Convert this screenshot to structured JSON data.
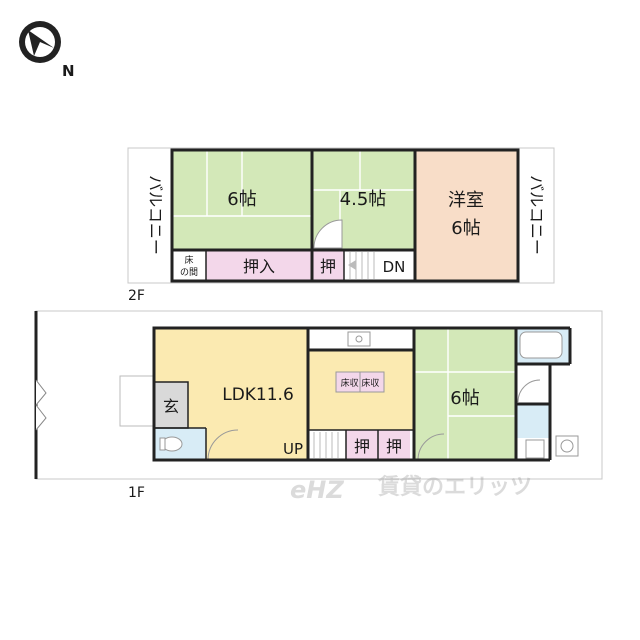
{
  "compass": {
    "label": "N"
  },
  "floor2": {
    "label": "2F",
    "balcony_left": "バルコニー",
    "balcony_right": "バルコニー",
    "room_6jo": "6帖",
    "room_45jo": "4.5帖",
    "western_room_line1": "洋室",
    "western_room_line2": "6帖",
    "tokonoma_line1": "床",
    "tokonoma_line2": "の間",
    "closet_large": "押入",
    "closet_small": "押",
    "stairs_down": "DN"
  },
  "floor1": {
    "label": "1F",
    "entrance": "玄",
    "ldk": "LDK11.6",
    "stairs_up": "UP",
    "floor_storage": "床収 床収",
    "closet_1": "押",
    "closet_2": "押",
    "room_6jo": "6帖"
  },
  "watermark": "賃貸のエリッツ",
  "colors": {
    "tatami": "#d3e8b8",
    "western": "#f8ddc8",
    "ldk": "#fbeab1",
    "closet": "#f3d7ea",
    "wet": "#d8ecf6",
    "wall": "#222222"
  }
}
